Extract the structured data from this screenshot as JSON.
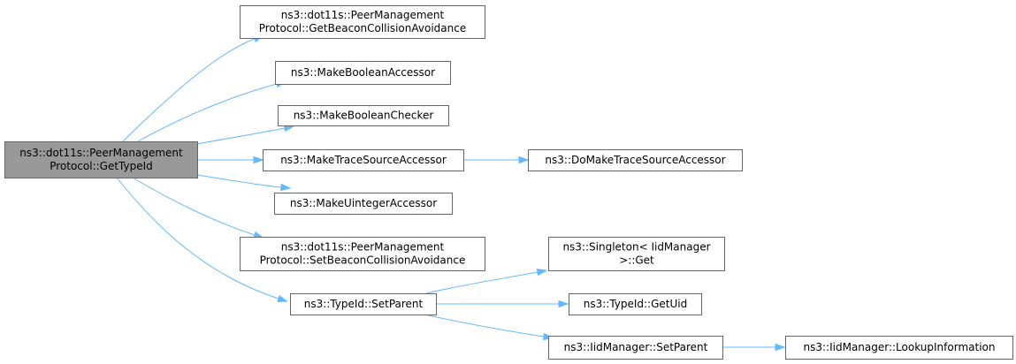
{
  "graph": {
    "type": "call-graph",
    "colors": {
      "root_fill": "#999999",
      "node_fill": "#ffffff",
      "node_border": "#666666",
      "edge": "#63b8ff"
    },
    "nodes": {
      "root": [
        "ns3::dot11s::PeerManagement",
        "Protocol::GetTypeId"
      ],
      "get_beacon": [
        "ns3::dot11s::PeerManagement",
        "Protocol::GetBeaconCollisionAvoidance"
      ],
      "make_bool_acc": [
        "ns3::MakeBooleanAccessor"
      ],
      "make_bool_chk": [
        "ns3::MakeBooleanChecker"
      ],
      "make_trace": [
        "ns3::MakeTraceSourceAccessor"
      ],
      "do_make_trace": [
        "ns3::DoMakeTraceSourceAccessor"
      ],
      "make_uint": [
        "ns3::MakeUintegerAccessor"
      ],
      "set_beacon": [
        "ns3::dot11s::PeerManagement",
        "Protocol::SetBeaconCollisionAvoidance"
      ],
      "set_parent": [
        "ns3::TypeId::SetParent"
      ],
      "singleton_get": [
        "ns3::Singleton< IidManager",
        ">::Get"
      ],
      "get_uid": [
        "ns3::TypeId::GetUid"
      ],
      "iid_set_parent": [
        "ns3::IidManager::SetParent"
      ],
      "lookup": [
        "ns3::IidManager::LookupInformation"
      ]
    },
    "edges": [
      [
        "root",
        "get_beacon"
      ],
      [
        "root",
        "make_bool_acc"
      ],
      [
        "root",
        "make_bool_chk"
      ],
      [
        "root",
        "make_trace"
      ],
      [
        "root",
        "make_uint"
      ],
      [
        "root",
        "set_beacon"
      ],
      [
        "root",
        "set_parent"
      ],
      [
        "make_trace",
        "do_make_trace"
      ],
      [
        "set_parent",
        "singleton_get"
      ],
      [
        "set_parent",
        "get_uid"
      ],
      [
        "set_parent",
        "iid_set_parent"
      ],
      [
        "iid_set_parent",
        "lookup"
      ]
    ]
  }
}
